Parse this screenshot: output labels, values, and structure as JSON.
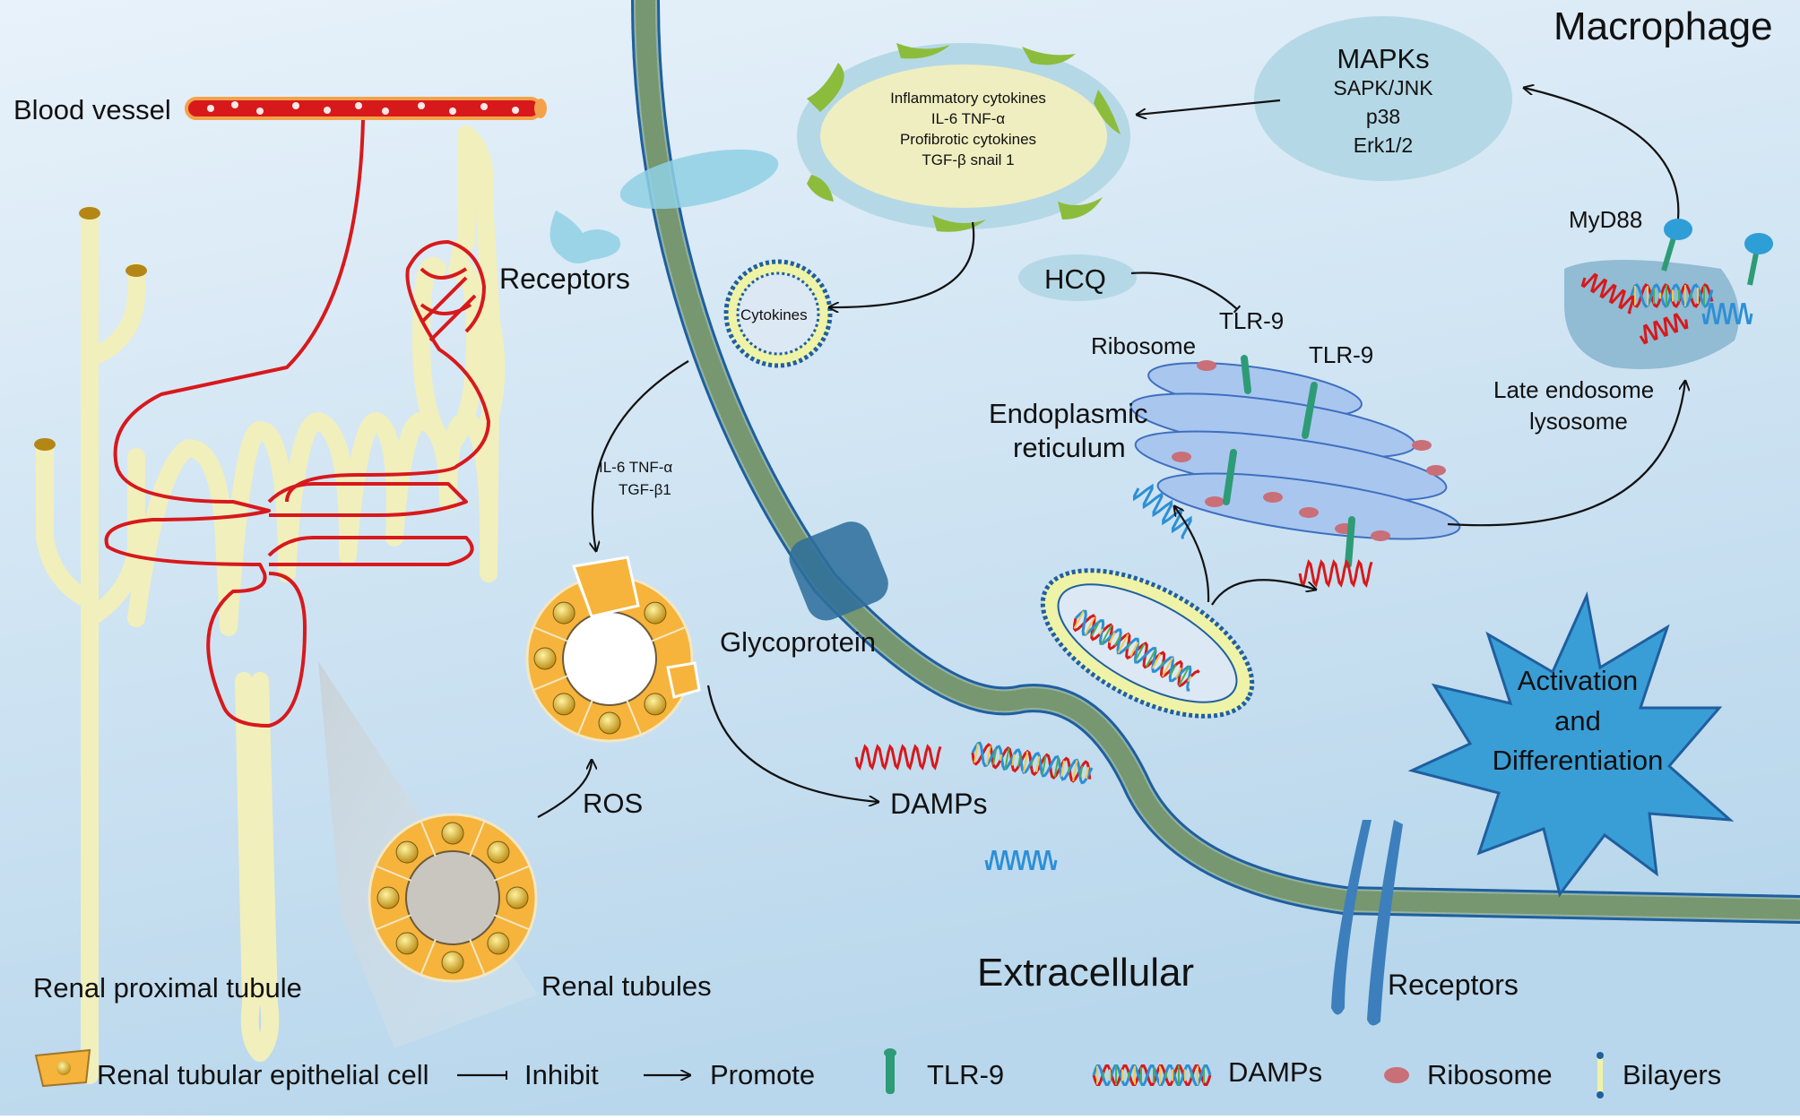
{
  "labels": {
    "macrophage": "Macrophage",
    "extracellular": "Extracellular",
    "blood_vessel": "Blood vessel",
    "receptors_top": "Receptors",
    "receptors_bottom": "Receptors",
    "glycoprotein": "Glycoprotein",
    "renal_proximal_tubule": "Renal proximal tubule",
    "renal_tubules": "Renal tubules",
    "ros": "ROS",
    "damps": "DAMPs",
    "cytokines": "Cytokines",
    "cytokine_signals": [
      "IL-6  TNF-α",
      "TGF-β1"
    ],
    "hcq": "HCQ",
    "tlr9_a": "TLR-9",
    "tlr9_b": "TLR-9",
    "ribosome": "Ribosome",
    "er": [
      "Endoplasmic",
      "reticulum"
    ],
    "late_endosome": [
      "Late endosome",
      "lysosome"
    ],
    "myd88": "MyD88",
    "mapks": [
      "MAPKs",
      "SAPK/JNK",
      "p38",
      "Erk1/2"
    ],
    "nucleus": [
      "Inflammatory cytokines",
      "IL-6  TNF-α",
      "Profibrotic cytokines",
      "TGF-β   snail 1"
    ],
    "activation": [
      "Activation",
      "and",
      "Differentiation"
    ]
  },
  "legend": [
    {
      "label": "Renal tubular epithelial cell",
      "icon": "epithelial-cell-icon"
    },
    {
      "label": "Inhibit",
      "icon": "inhibit-arrow-icon"
    },
    {
      "label": "Promote",
      "icon": "promote-arrow-icon"
    },
    {
      "label": "TLR-9",
      "icon": "tlr9-icon"
    },
    {
      "label": "DAMPs",
      "icon": "damps-icon"
    },
    {
      "label": "Ribosome",
      "icon": "ribosome-icon"
    },
    {
      "label": "Bilayers",
      "icon": "bilayer-icon"
    }
  ],
  "colors": {
    "background_top": "#e6f1f9",
    "background_bottom": "#bcd9ee",
    "vessel_red": "#d7191c",
    "tubule_yellow": "#f1efbc",
    "membrane_blue": "#1f5f9f",
    "membrane_fill": "#eef3a8",
    "cell_orange": "#f6b43c",
    "er_blue": "#a9c6ee",
    "tlr9_green": "#2e9b77",
    "starburst_blue": "#3a9ed6",
    "dna_red": "#d7191c",
    "dna_blue": "#2c8fd6",
    "ribosome_pink": "#c96f78"
  }
}
